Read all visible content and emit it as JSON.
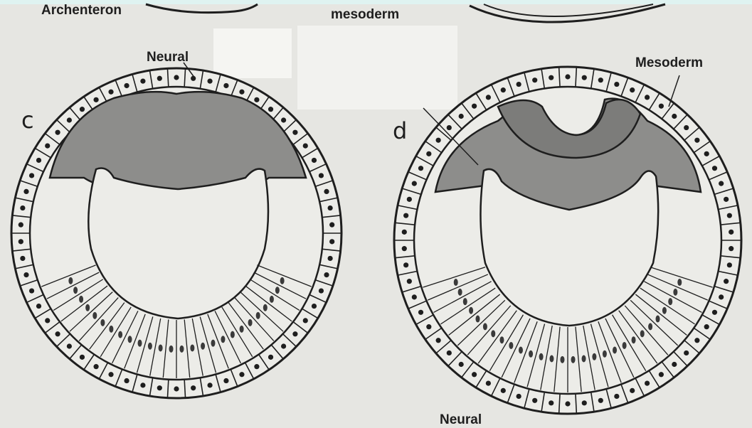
{
  "labels": {
    "archenteron": "Archenteron",
    "mesoderm_top": "mesoderm",
    "neural_c": "Neural",
    "mesoderm_d": "Mesoderm",
    "panel_c": "c",
    "panel_d": "d",
    "neural_bottom": "Neural"
  },
  "colors": {
    "paper": "#e6e6e2",
    "ink": "#1e1e1e",
    "shaded": "#8d8d8b",
    "frame": "#dff3f1"
  }
}
